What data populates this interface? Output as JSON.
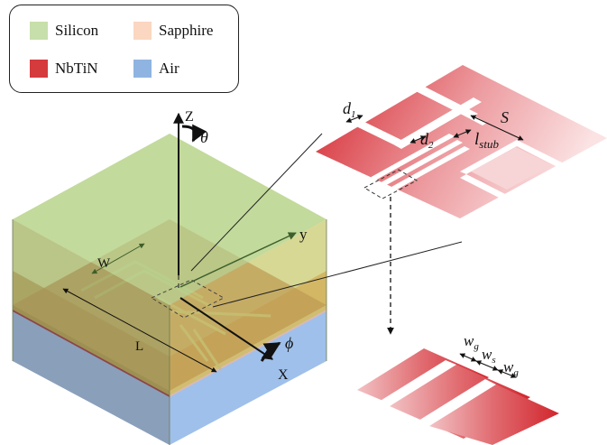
{
  "legend": {
    "silicon": {
      "label": "Silicon",
      "color": "#c7dfab"
    },
    "sapphire": {
      "label": "Sapphire",
      "color": "#fbd6c0"
    },
    "nbtin": {
      "label": "NbTiN",
      "color": "#d53a3d"
    },
    "air": {
      "label": "Air",
      "color": "#8fb4e1"
    }
  },
  "axes": {
    "z": "Z",
    "y": "y",
    "x": "X",
    "theta": "θ",
    "phi": "ϕ"
  },
  "dimensions": {
    "W": "W",
    "L": "L"
  },
  "detail": {
    "d1": "d",
    "d1_sub": "1",
    "d2": "d",
    "d2_sub": "2",
    "lstub": "l",
    "lstub_sub": "stub",
    "S": "S"
  },
  "gap": {
    "wg1": "w",
    "wg1_sub": "g",
    "ws": "w",
    "ws_sub": "s",
    "wg2": "w",
    "wg2_sub": "g"
  }
}
